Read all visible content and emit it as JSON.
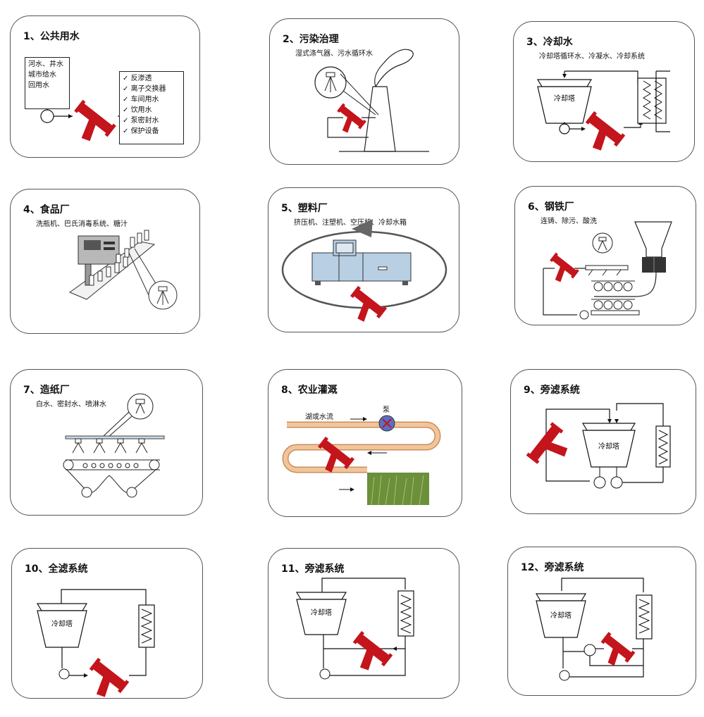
{
  "colors": {
    "filter": "#c4141c",
    "pipe": "#111111",
    "pipe_orange": "#f2c49a",
    "blue_machine": "#b8cfe4"
  },
  "panels": [
    {
      "title": "1、公共用水",
      "subtitle": "",
      "sources": [
        "河水、井水",
        "城市给水",
        "回用水"
      ],
      "uses": [
        "反渗透",
        "离子交换器",
        "车间用水",
        "饮用水",
        "泵密封水",
        "保护设备"
      ]
    },
    {
      "title": "2、污染治理",
      "subtitle": "湿式涤气器、污水循环水"
    },
    {
      "title": "3、冷却水",
      "subtitle": "冷却塔循环水、冷凝水、冷却系统",
      "tower": "冷却塔"
    },
    {
      "title": "4、食品厂",
      "subtitle": "洗瓶机、巴氏消毒系统、糖汁"
    },
    {
      "title": "5、塑料厂",
      "subtitle": "挤压机、注塑机、空压机、冷却水箱"
    },
    {
      "title": "6、钢铁厂",
      "subtitle": "连铸、除污、酸洗"
    },
    {
      "title": "7、造纸厂",
      "subtitle": "白水、密封水、喷淋水"
    },
    {
      "title": "8、农业灌溉",
      "subtitle": "",
      "source": "湖或水流",
      "pump": "泵"
    },
    {
      "title": "9、旁滤系统",
      "subtitle": "",
      "tower": "冷却塔"
    },
    {
      "title": "10、全滤系统",
      "subtitle": "",
      "tower": "冷却塔"
    },
    {
      "title": "11、旁滤系统",
      "subtitle": "",
      "tower": "冷却塔"
    },
    {
      "title": "12、旁滤系统",
      "subtitle": "",
      "tower": "冷却塔"
    }
  ]
}
